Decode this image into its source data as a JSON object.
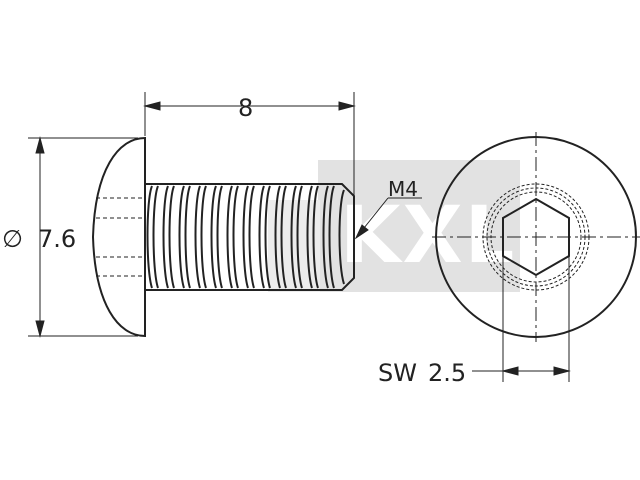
{
  "dimensions": {
    "length": "8",
    "diameter_symbol": "∅",
    "diameter_value": "7.6",
    "thread": "M4",
    "wrench_prefix": "SW",
    "wrench_value": "2.5"
  },
  "watermark": {
    "text": "KXL"
  },
  "colors": {
    "line": "#222222",
    "watermark_bg": "#e0e0e0",
    "watermark_text": "#ffffff"
  }
}
